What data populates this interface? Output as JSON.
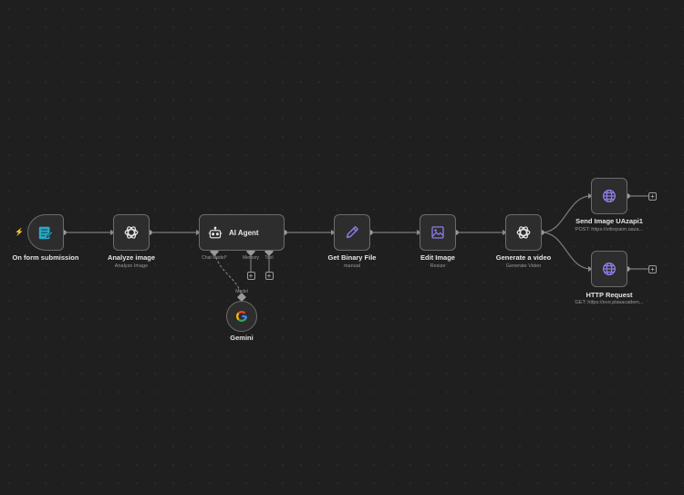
{
  "nodes": {
    "form": {
      "label": "On form submission",
      "subtitle": ""
    },
    "analyze": {
      "label": "Analyze image",
      "subtitle": "Analyze Image"
    },
    "agent": {
      "label": "AI Agent",
      "ports": {
        "chat_model": "Chat Model*",
        "memory": "Memory",
        "tool": "Tool"
      }
    },
    "binary": {
      "label": "Get Binary File",
      "subtitle": "manual"
    },
    "edit": {
      "label": "Edit Image",
      "subtitle": "Resize"
    },
    "video": {
      "label": "Generate a video",
      "subtitle": "Generate Video"
    },
    "send": {
      "label": "Send Image UAzapi1",
      "subtitle": "POST: https://vitorpaim.uaza..."
    },
    "http": {
      "label": "HTTP Request",
      "subtitle": "GET: https://evo.plasacadem..."
    },
    "gemini": {
      "label": "Gemini",
      "port": "Model"
    }
  },
  "colors": {
    "background": "#1f1f1f",
    "node_fill": "#2d2d2d",
    "node_border": "#6b6b6b",
    "trigger_bolt": "#ff6d5a",
    "form_icon": "#29a9c9",
    "tool_icon": "#8c7ee8"
  },
  "icons": {
    "form": "form-icon",
    "analyze": "openai-icon",
    "agent": "robot-icon",
    "binary": "pencil-icon",
    "edit": "image-icon",
    "video": "openai-icon",
    "send": "globe-icon",
    "http": "globe-icon",
    "gemini": "google-icon"
  }
}
